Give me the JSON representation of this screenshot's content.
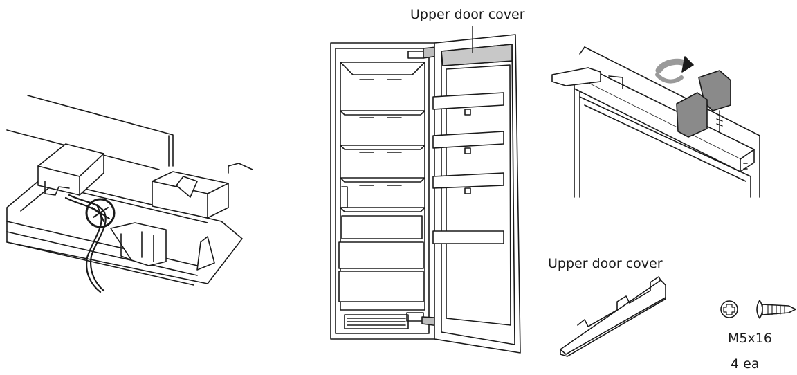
{
  "labels": {
    "upper_door_cover_top": "Upper door cover",
    "upper_door_cover_part": "Upper door cover",
    "screw_size": "M5x16",
    "screw_quantity": "4 ea"
  },
  "colors": {
    "line": "#1a1a1a",
    "cover_fill": "#c8c8c8",
    "bracket_fill": "#bdbdbd",
    "driver_fill": "#8a8a8a",
    "arrow_fill": "#9a9a9a"
  }
}
